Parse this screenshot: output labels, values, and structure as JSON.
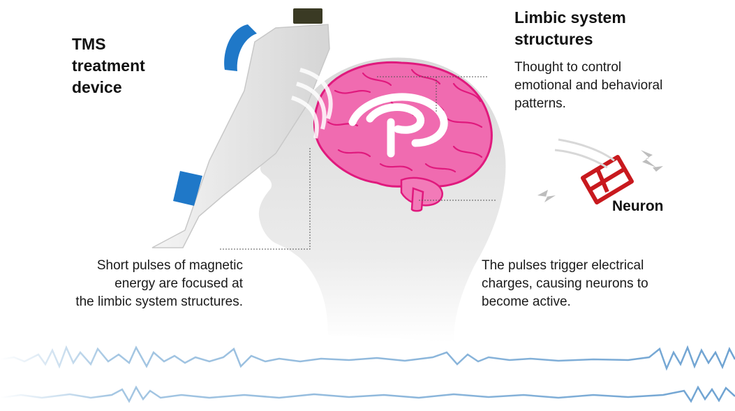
{
  "tms_device": {
    "title_lines": [
      "TMS",
      "treatment",
      "device"
    ]
  },
  "limbic": {
    "title_lines": [
      "Limbic system",
      "structures"
    ],
    "description_lines": [
      "Thought to control",
      "emotional and behavioral",
      "patterns."
    ]
  },
  "neuron": {
    "label": "Neuron"
  },
  "pulses_caption": {
    "lines": [
      "Short pulses of magnetic",
      "energy are focused at",
      "the limbic system structures."
    ]
  },
  "trigger_caption": {
    "lines": [
      "The pulses trigger electrical",
      "charges, causing neurons to",
      "become active."
    ]
  },
  "colors": {
    "brain_pink": "#f06bb0",
    "brain_outline": "#e0197d",
    "device_blue": "#1f78c8",
    "neuron_red": "#c8191e",
    "wave_blue": "#8fb9dc",
    "head_gray": "#e4e4e4"
  },
  "icons": [
    "tms-device-icon",
    "brain-icon",
    "head-silhouette-icon",
    "neuron-icon",
    "lightning-icon",
    "brainwave-icon"
  ]
}
